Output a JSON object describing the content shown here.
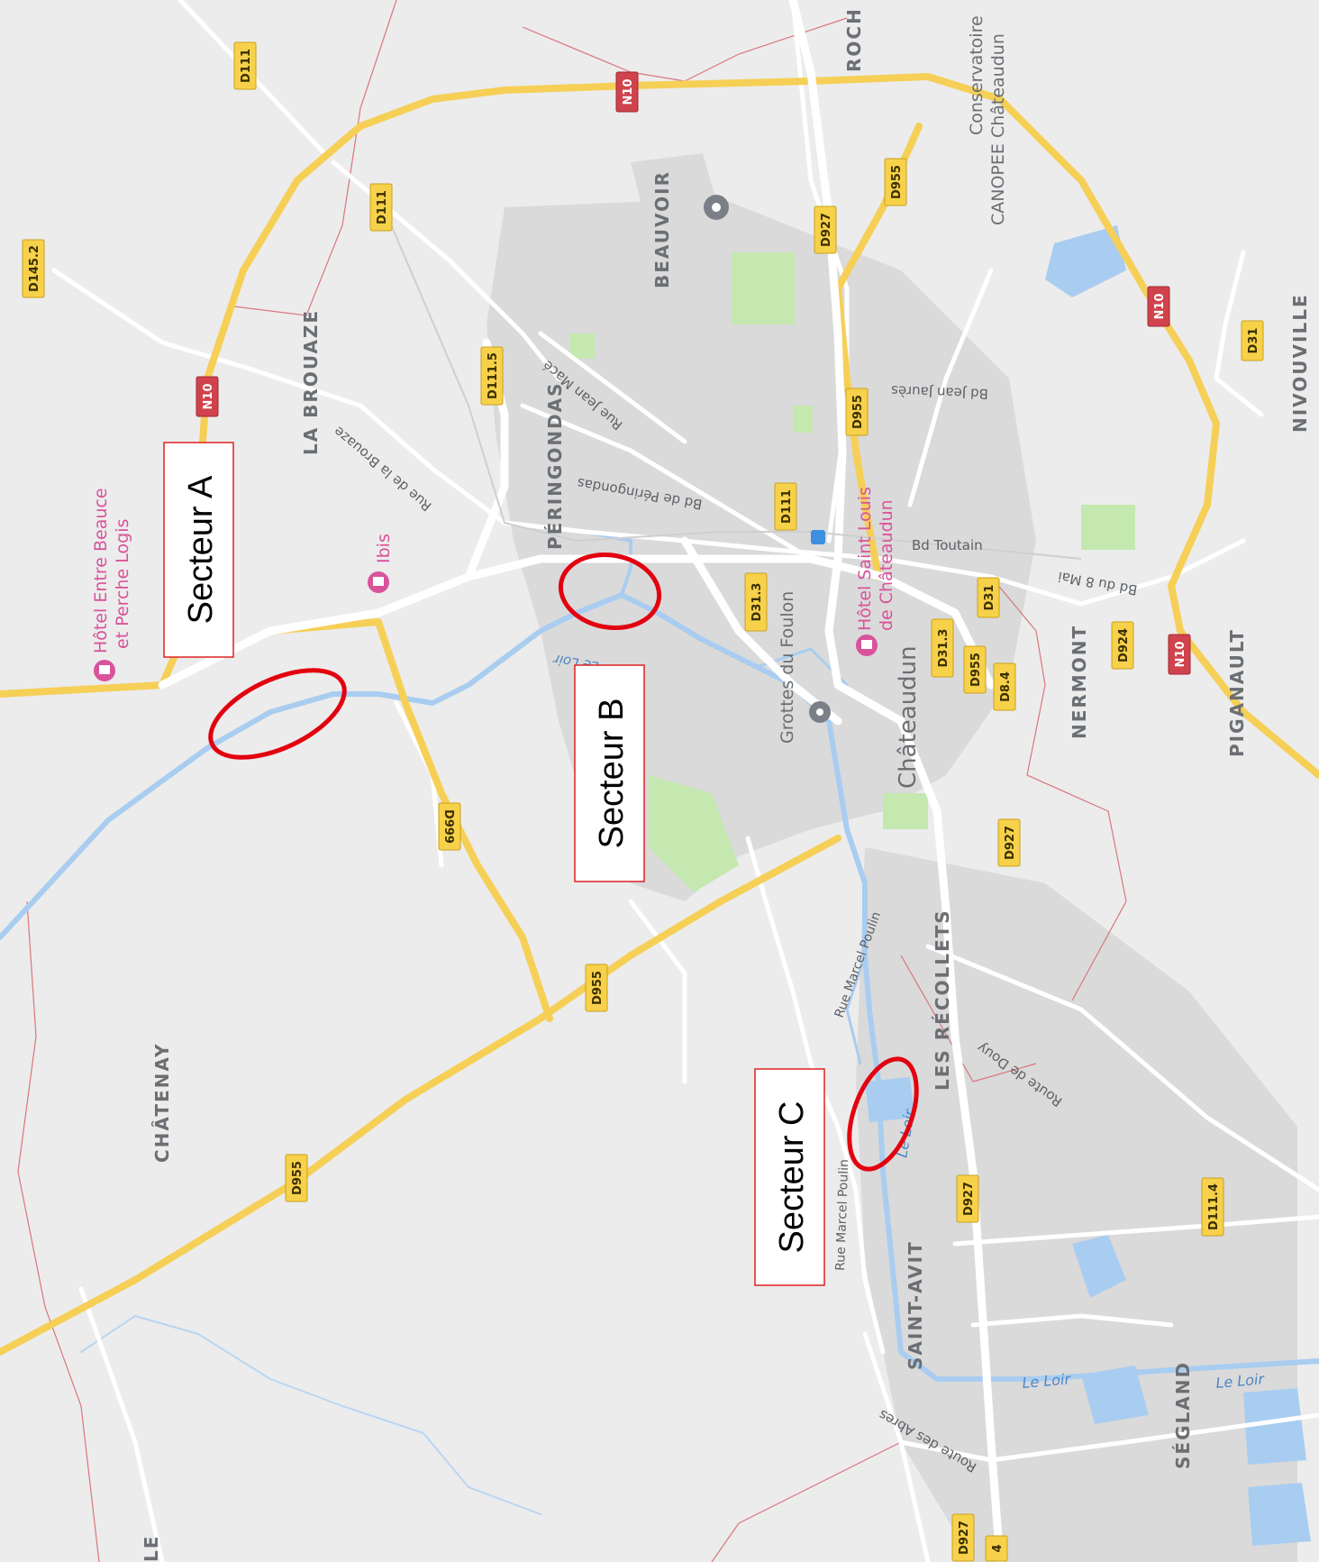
{
  "places": {
    "roch": "ROCH",
    "beauvoir": "BEAUVOIR",
    "la_brouaze": "LA BROUAZE",
    "peringondas": "PÉRINGONDAS",
    "chatenay": "CHÂTENAY",
    "les_recollets": "LES RÉCOLLETS",
    "saint_avit": "SAINT-AVIT",
    "nermont": "NERMONT",
    "piganault": "PIGANAULT",
    "nivouville": "NIVOUVILLE",
    "segland": "SÉGLAND",
    "chateaudun": "Châteaudun",
    "partial_le": "LE"
  },
  "streets": {
    "rue_jean_mace": "Rue Jean Macé",
    "bd_peringondas": "Bd de Péringondas",
    "rue_brouaze": "Rue de la Brouaze",
    "bd_jean_jaures": "Bd Jean Jaurès",
    "bd_toutain": "Bd Toutain",
    "bd_8_mai": "Bd du 8 Mai",
    "rue_marcel_poulin_1": "Rue Marcel Poulin",
    "rue_marcel_poulin_2": "Rue Marcel Poulin",
    "route_douy": "Route de Douy",
    "route_abres": "Route des Abres"
  },
  "water": {
    "le_loir_1": "Le Loir",
    "le_loir_2": "Le Loir",
    "le_loir_3": "Le Loir",
    "le_loir_4": "Le Loir"
  },
  "pois": {
    "hotel_beauce_1": "Hôtel Entre Beauce",
    "hotel_beauce_2": "et Perche Logis",
    "ibis": "Ibis",
    "hotel_saint_louis_1": "Hôtel Saint Louis",
    "hotel_saint_louis_2": "de Châteaudun",
    "grottes": "Grottes du Foulon",
    "conservatoire": "Conservatoire",
    "canopee": "CANOPEE Châteaudun"
  },
  "road_shields": {
    "d111_top": "D111",
    "n10_top": "N10",
    "d111_b": "D111",
    "d1452": "D145.2",
    "d955_a": "D955",
    "d927_a": "D927",
    "n10_right": "N10",
    "d31_right": "D31",
    "d1115": "D111.5",
    "n10_left": "N10",
    "d955_b": "D955",
    "d111_c": "D111",
    "d313_a": "D31.3",
    "d31_b": "D31",
    "d313_b": "D31.3",
    "d955_c": "D955",
    "d84": "D8.4",
    "d924": "D924",
    "n10_bottom": "N10",
    "d999": "D999",
    "d927_b": "D927",
    "d955_d": "D955",
    "d955_e": "D955",
    "d927_c": "D927",
    "d1114": "D111.4",
    "d927_d": "D927",
    "d4": "4"
  },
  "sectors": {
    "a": "Secteur A",
    "b": "Secteur B",
    "c": "Secteur C"
  },
  "colors": {
    "land": "#ececec",
    "water": "#a9cdf0",
    "major_road": "#f6cf57",
    "minor_road": "#ffffff",
    "park": "#c4e8b0",
    "urban": "#dadada",
    "boundary": "#d9767e",
    "marker": "#e3000f"
  }
}
